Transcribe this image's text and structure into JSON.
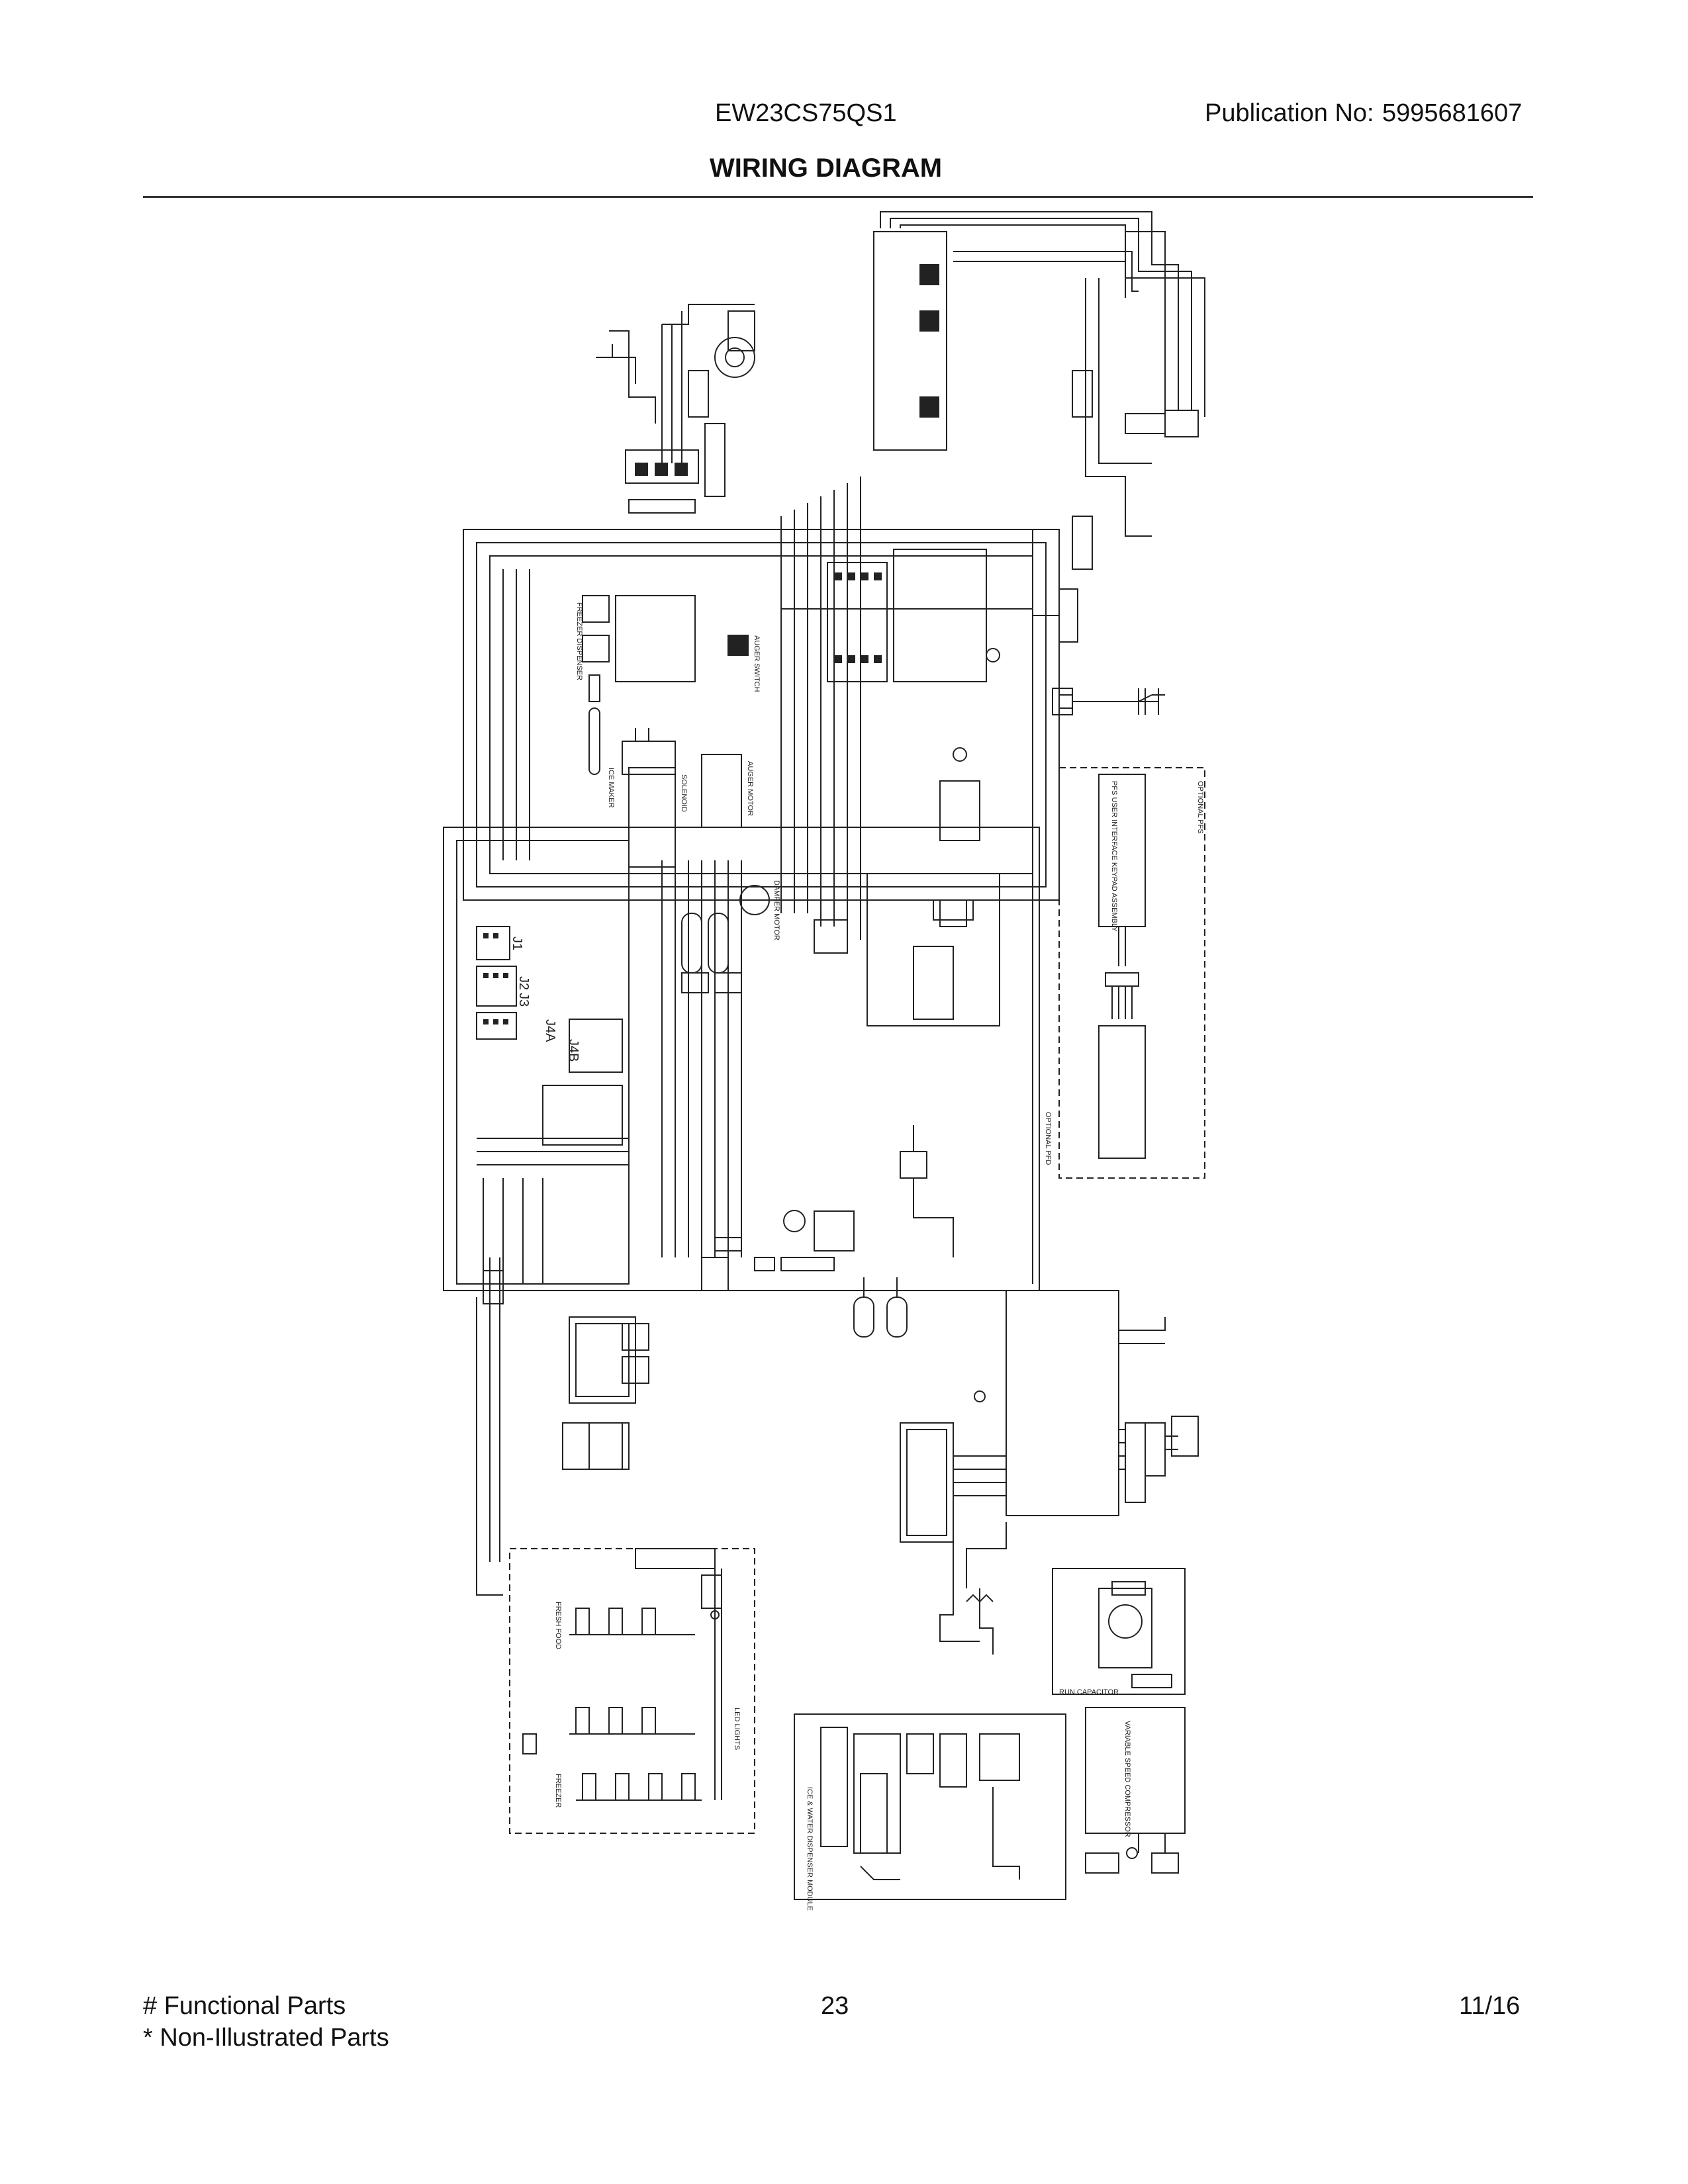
{
  "header": {
    "model": "EW23CS75QS1",
    "publication_label": "Publication No:",
    "publication_number": "5995681607",
    "title": "WIRING DIAGRAM"
  },
  "diagram_labels": {
    "freezer_dispenser": "FREEZER DISPENSER",
    "auger_switch": "AUGER SWITCH",
    "solenoid": "SOLENOID",
    "auger_motor": "AUGER MOTOR",
    "ice_maker": "ICE MAKER",
    "damper": "DAMPER MOTOR",
    "pfs_ui": "PFS USER INTERFACE KEYPAD ASSEMBLY",
    "optional_pfs": "OPTIONAL PFS",
    "optional_pfd": "OPTIONAL PFD",
    "led_lights": "LED LIGHTS",
    "fresh_food": "FRESH FOOD",
    "freezer": "FREEZER",
    "run_capacitor": "RUN CAPACITOR",
    "compressor": "VARIABLE SPEED COMPRESSOR",
    "ice_water": "ICE & WATER DISPENSER MODULE",
    "j1": "J1",
    "j2": "J2",
    "j3": "J3",
    "j4a": "J4A",
    "j4b": "J4B"
  },
  "footer": {
    "functional_parts": "# Functional Parts",
    "non_illustrated": "* Non-Illustrated Parts",
    "page": "23",
    "date": "11/16"
  }
}
